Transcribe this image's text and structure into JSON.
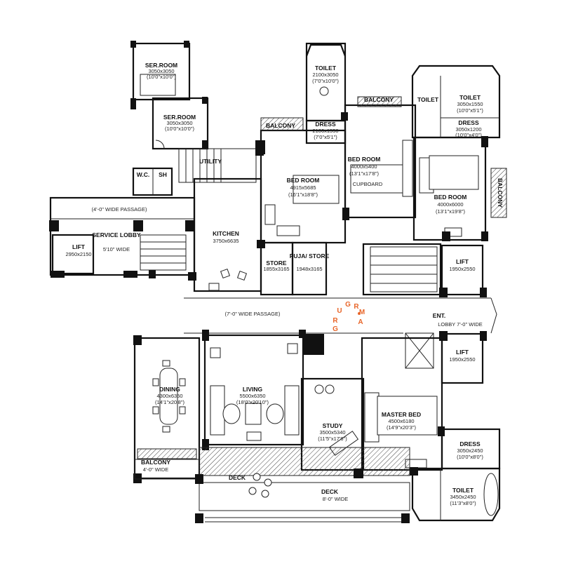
{
  "rooms": {
    "ser_room_1": {
      "name": "SER.ROOM",
      "dim": "3050x3050",
      "imp": "(10'0\"x10'0\")"
    },
    "ser_room_2": {
      "name": "SER.ROOM",
      "dim": "3050x3050",
      "imp": "(10'0\"x10'0\")"
    },
    "wc": {
      "name": "W.C."
    },
    "sh": {
      "name": "SH"
    },
    "utility": {
      "name": "UTILITY"
    },
    "balcony_top": {
      "name": "BALCONY"
    },
    "passage_top": {
      "name": "(4'-0\" WIDE PASSAGE)"
    },
    "service_lobby": {
      "name": "SERVICE LOBBY",
      "dim": "5'10\" WIDE"
    },
    "lift_left": {
      "name": "LIFT",
      "dim": "2950x2150"
    },
    "kitchen": {
      "name": "KITCHEN",
      "dim": "3750x6635"
    },
    "bed_room_1": {
      "name": "BED ROOM",
      "dim": "4915x5685",
      "imp": "(16'1\"x18'8\")"
    },
    "toilet_1": {
      "name": "TOILET",
      "dim": "2100x3050",
      "imp": "(7'0\"x10'0\")"
    },
    "dress_1": {
      "name": "DRESS",
      "dim": "2100x1550",
      "imp": "(7'0\"x5'1\")"
    },
    "balcony_2": {
      "name": "BALCONY"
    },
    "bed_room_2": {
      "name": "BED ROOM",
      "dim": "4000x5400",
      "imp": "(13'1\"x17'8\")",
      "extra": "CUPBOARD"
    },
    "toilet_2": {
      "name": "TOILET"
    },
    "toilet_3": {
      "name": "TOILET",
      "dim": "3050x1550",
      "imp": "(10'0\"x5'1\")"
    },
    "dress_2": {
      "name": "DRESS",
      "dim": "3050x1200",
      "imp": "(10'0\"x4'0\")"
    },
    "bed_room_3": {
      "name": "BED ROOM",
      "dim": "4000x6000",
      "imp": "(13'1\"x19'8\")"
    },
    "balcony_right": {
      "name": "BALCONY"
    },
    "store": {
      "name": "STORE",
      "dim": "1855x3165"
    },
    "puja_store": {
      "name": "PUJA/ STORE",
      "dim": "1948x3165"
    },
    "lift_r1": {
      "name": "LIFT",
      "dim": "1950x2550"
    },
    "passage_mid": {
      "name": "(7'-0\" WIDE PASSAGE)"
    },
    "ent": {
      "name": "ENT.",
      "extra": "LOBBY 7'-0\" WIDE"
    },
    "lift_r2": {
      "name": "LIFT",
      "dim": "1950x2550"
    },
    "dining": {
      "name": "DINING",
      "dim": "4300x6350",
      "imp": "(14'1\"x20'8\")"
    },
    "living": {
      "name": "LIVING",
      "dim": "5500x6350",
      "imp": "(18'0\"x20'10\")"
    },
    "study": {
      "name": "STUDY",
      "dim": "3500x5340",
      "imp": "(11'5\"x17'6\")"
    },
    "master_bed": {
      "name": "MASTER BED",
      "dim": "4500x6180",
      "imp": "(14'9\"x20'3\")"
    },
    "dress_3": {
      "name": "DRESS",
      "dim": "3050x2450",
      "imp": "(10'0\"x8'0\")"
    },
    "toilet_4": {
      "name": "TOILET",
      "dim": "3450x2450",
      "imp": "(11'3\"x8'0\")"
    },
    "balcony_bottom": {
      "name": "BALCONY",
      "dim": "4'-0\" WIDE"
    },
    "deck_1": {
      "name": "DECK"
    },
    "deck_2": {
      "name": "DECK",
      "dim": "8'-0\" WIDE"
    }
  },
  "logo": {
    "letters": [
      "R",
      "U",
      "G",
      "R",
      "A",
      "M",
      "G"
    ]
  },
  "colors": {
    "logo": "#e8662a",
    "walls": "#111111"
  }
}
